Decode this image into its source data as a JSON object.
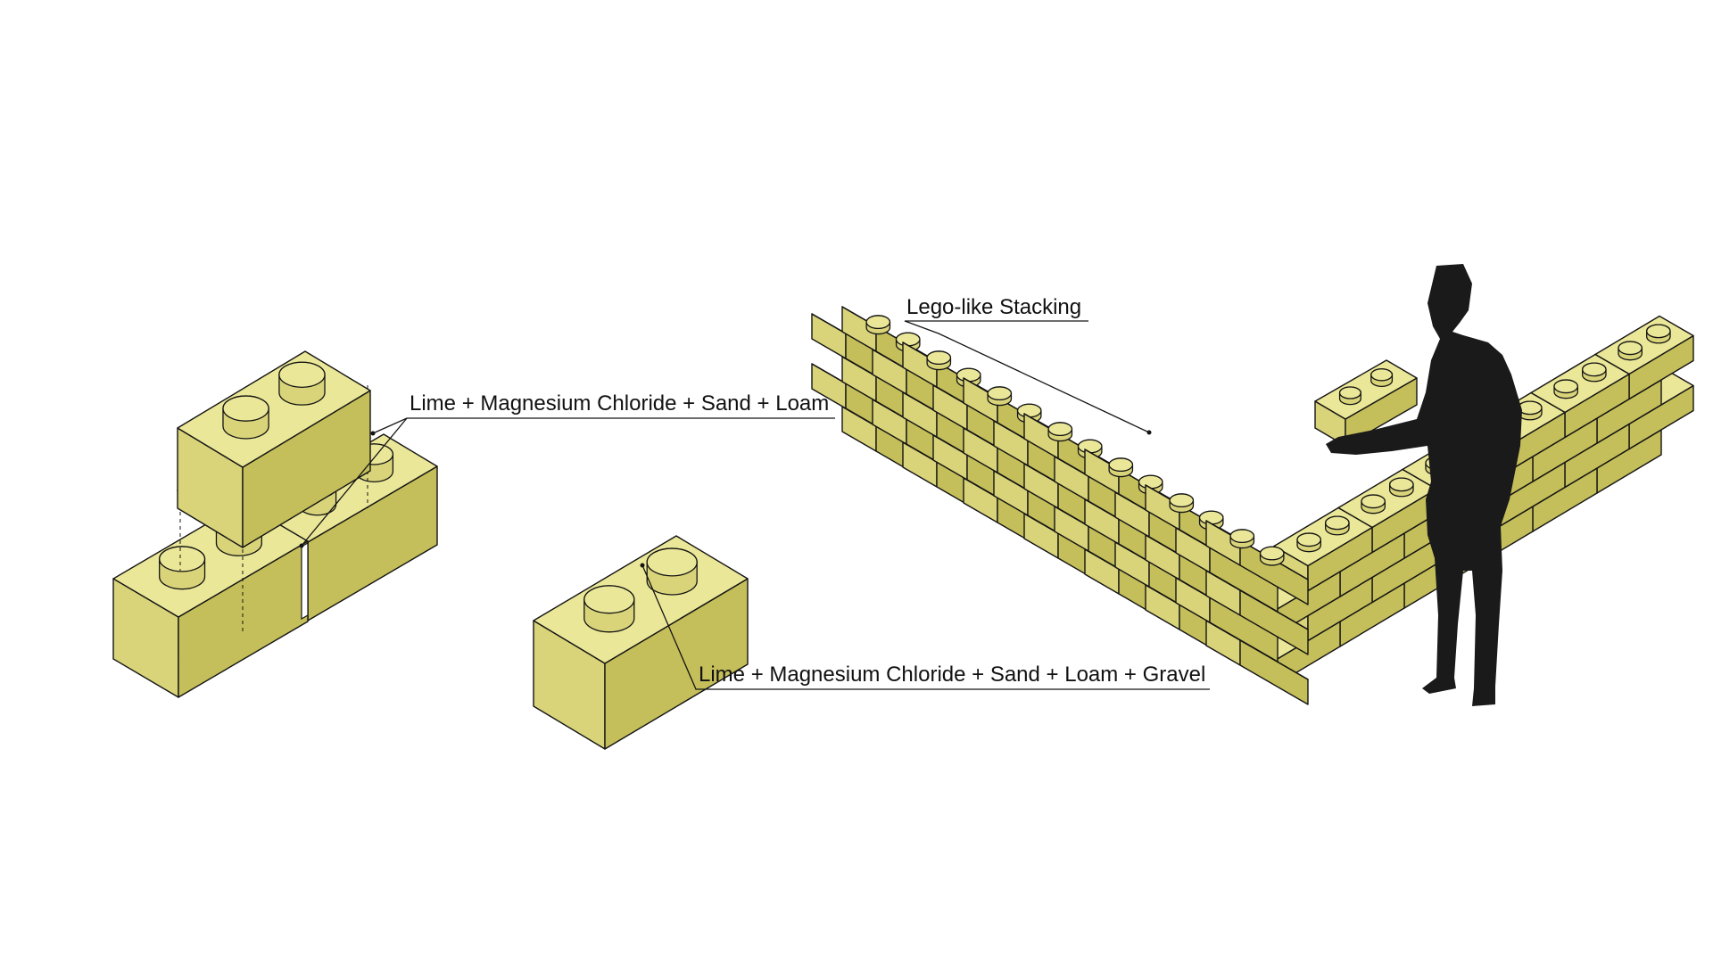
{
  "labels": {
    "mortar_layer": "Lime + Magnesium Chloride + Sand + Loam",
    "stacking": "Lego-like Stacking",
    "brick_body": "Lime + Magnesium Chloride + Sand + Loam + Gravel"
  },
  "colors": {
    "brick_top": "#ebe798",
    "brick_left": "#d9d47a",
    "brick_right": "#c4bf5a",
    "outline": "#141414",
    "mortar": "#f4f4f4",
    "silhouette": "#1a1a1a"
  }
}
